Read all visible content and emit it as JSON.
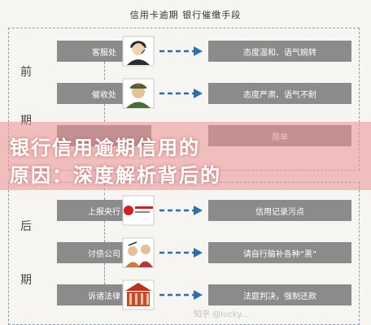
{
  "title": "信用卡逾期 银行催缴手段",
  "phases": {
    "front": [
      "前",
      "期"
    ],
    "back": [
      "后",
      "期"
    ]
  },
  "front_steps": [
    {
      "left": "客服处",
      "right": "态度温和、语气婉转",
      "avatar": "customer-service-agent-icon"
    },
    {
      "left": "催收处",
      "right": "态度严肃、语气不耐",
      "avatar": "collector-officer-icon"
    },
    {
      "left": "",
      "right": "简单",
      "avatar": ""
    }
  ],
  "back_steps": [
    {
      "left": "上报央行",
      "right": "信用记录污点",
      "avatar": "central-bank-logo-icon"
    },
    {
      "left": "讨债公司",
      "right": "请自行脑补各种“黑”",
      "avatar": "debt-collector-confrontation-icon"
    },
    {
      "left": "诉诸法律",
      "right": "法庭判决，强制还款",
      "avatar": "court-building-icon"
    }
  ],
  "overlay": {
    "line1": "银行信用逾期信用的",
    "line2": "原因：深度解析背后的"
  },
  "watermark": "知乎 @lucky..."
}
